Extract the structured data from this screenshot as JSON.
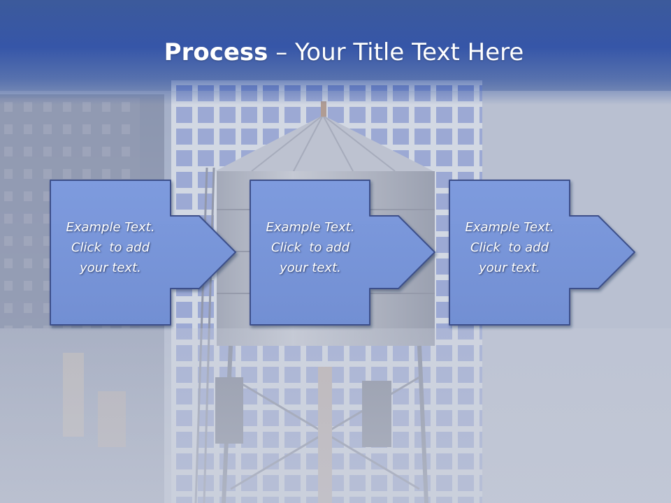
{
  "slide": {
    "title_bold": "Process",
    "title_separator": "–",
    "title_rest": "Your Title Text Here"
  },
  "steps": [
    {
      "line1": "Example Text.",
      "line2": "Click  to add",
      "line3": "your text."
    },
    {
      "line1": "Example Text.",
      "line2": "Click  to add",
      "line3": "your text."
    },
    {
      "line1": "Example Text.",
      "line2": "Click  to add",
      "line3": "your text."
    }
  ],
  "colors": {
    "title_band": "#3656a8",
    "box_fill": "#7b98d9",
    "box_stroke": "#3c4f8a",
    "text": "#ffffff"
  },
  "icons": [
    "right-arrow-icon"
  ]
}
